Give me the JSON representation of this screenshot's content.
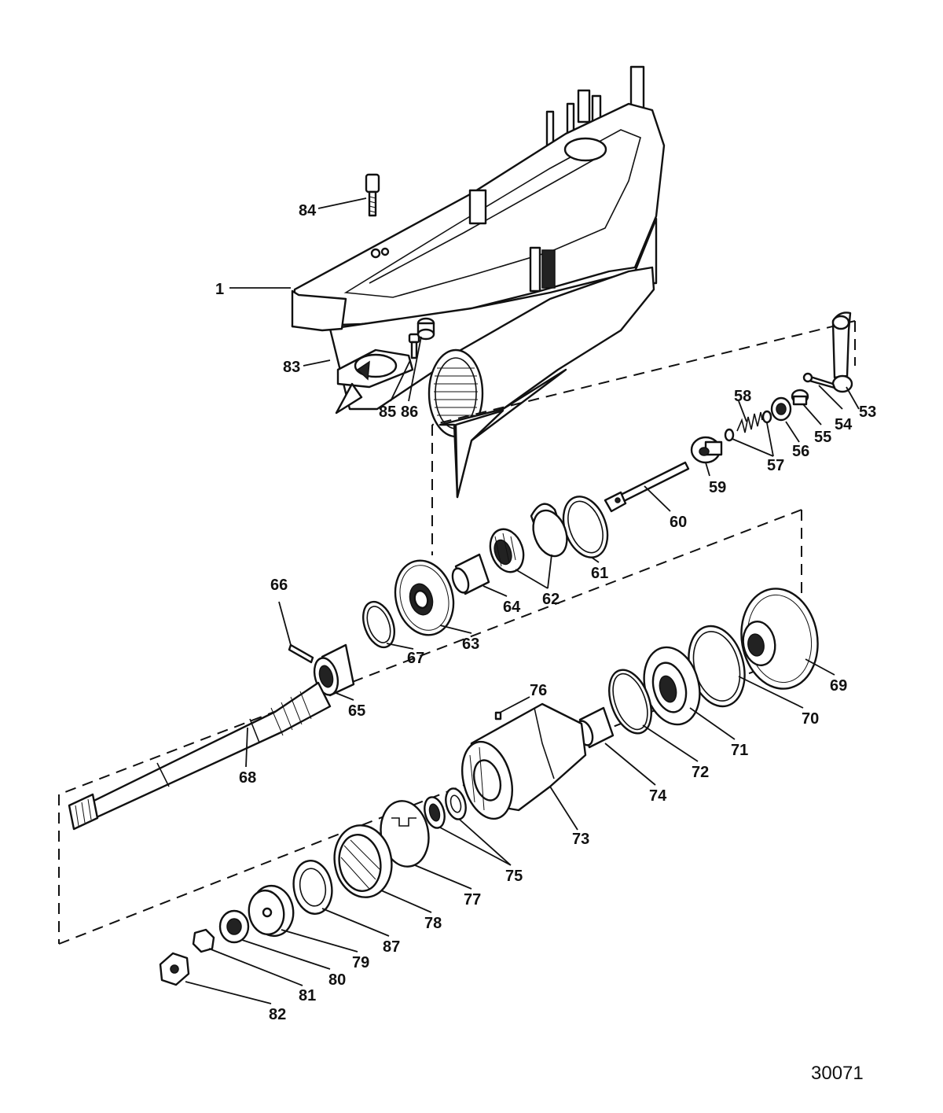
{
  "diagram": {
    "figure_number": "30071",
    "callouts": {
      "c1": "1",
      "c53": "53",
      "c54": "54",
      "c55": "55",
      "c56": "56",
      "c57": "57",
      "c58": "58",
      "c59": "59",
      "c60": "60",
      "c61": "61",
      "c62": "62",
      "c63": "63",
      "c64": "64",
      "c65": "65",
      "c66": "66",
      "c67": "67",
      "c68": "68",
      "c69": "69",
      "c70": "70",
      "c71": "71",
      "c72": "72",
      "c73": "73",
      "c74": "74",
      "c75": "75",
      "c76": "76",
      "c77": "77",
      "c78": "78",
      "c79": "79",
      "c80": "80",
      "c81": "81",
      "c82": "82",
      "c83": "83",
      "c84": "84",
      "c85": "85",
      "c86": "86",
      "c87": "87"
    }
  }
}
